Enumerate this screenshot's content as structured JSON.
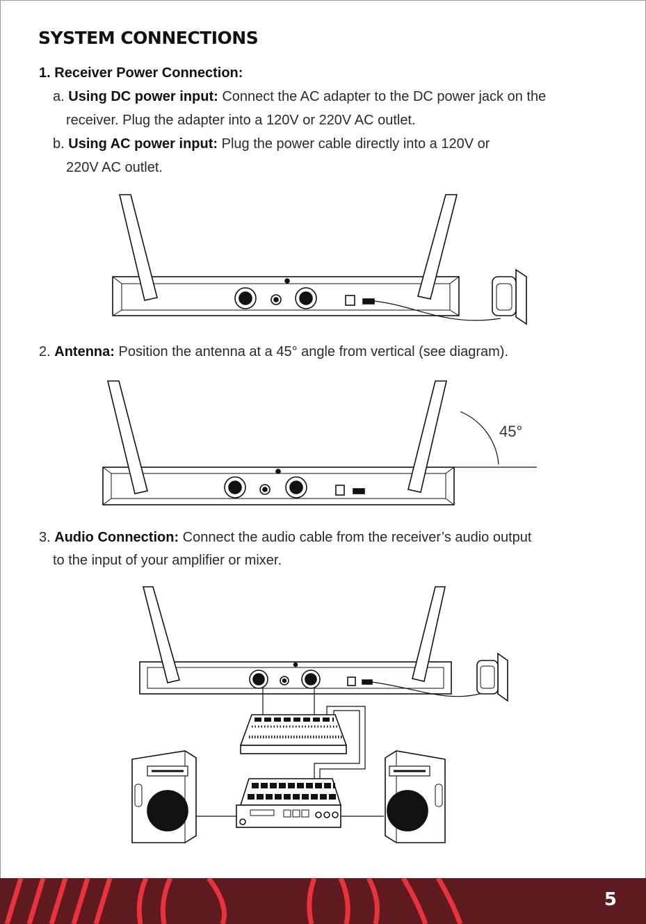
{
  "page": {
    "title": "SYSTEM CONNECTIONS",
    "page_number": "5"
  },
  "section1": {
    "number": "1.",
    "heading": "Receiver Power Connection:",
    "a": {
      "marker": "a.",
      "label": "Using DC power input:",
      "text_1": "Connect the AC adapter to the DC power jack on the",
      "text_2": "receiver. Plug the adapter into a 120V or 220V AC outlet."
    },
    "b": {
      "marker": "b.",
      "label": "Using AC power input:",
      "text_1": "Plug the power cable directly into a 120V or",
      "text_2": "220V AC outlet."
    }
  },
  "section2": {
    "number": "2.",
    "label": "Antenna:",
    "text": "Position the antenna at a 45° angle from vertical (see diagram).",
    "angle_label": "45°"
  },
  "section3": {
    "number": "3.",
    "label": "Audio Connection:",
    "text_1": "Connect the audio cable from the receiver’s audio output",
    "text_2": "to the input of your amplifier or mixer."
  },
  "colors": {
    "footer_bg": "#5e1a1f",
    "footer_accent": "#e8323c",
    "text": "#1d1d1d"
  }
}
